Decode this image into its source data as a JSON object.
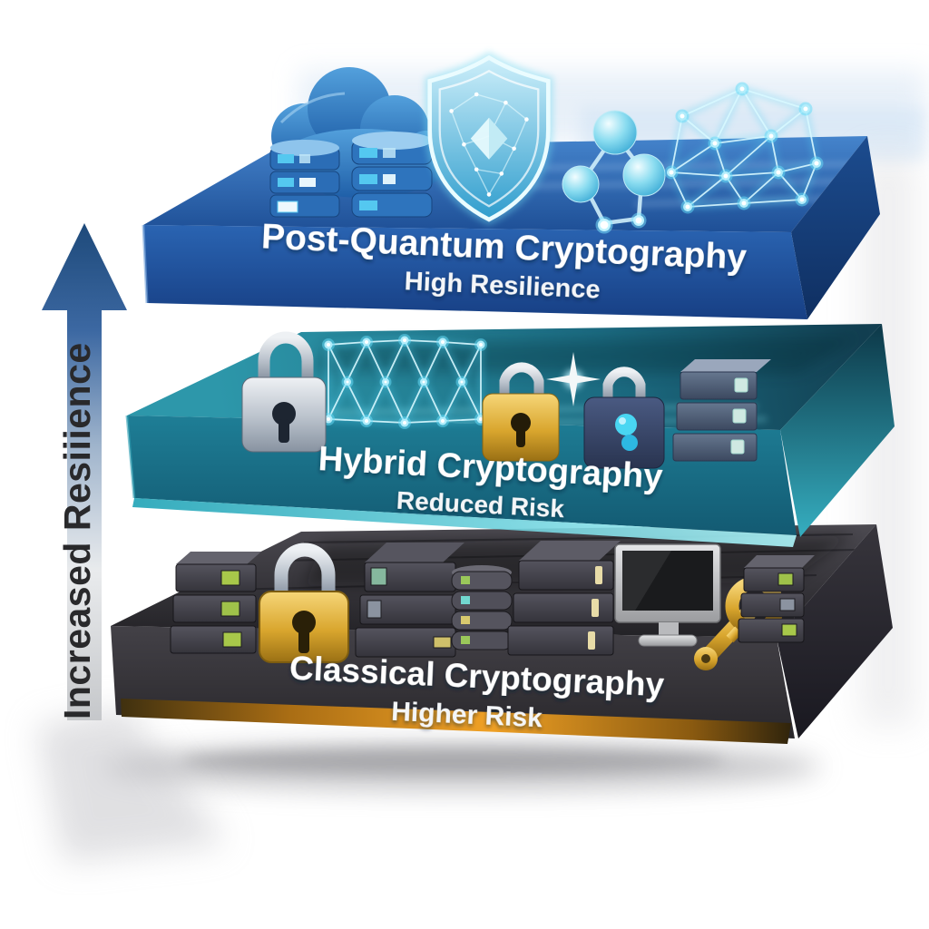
{
  "diagram": {
    "type": "layered-3d-stack",
    "background_color": "#ffffff",
    "resilience_arrow": {
      "label": "Increased Resiiience",
      "direction": "up",
      "label_color": "#29292b",
      "arrow_top_color": "#1d4979",
      "arrow_bottom_color": "#c5c7ca"
    },
    "layers": [
      {
        "rank": 1,
        "position": "top",
        "title": "Post-Quantum Cryptography",
        "subtitle": "High Resilience",
        "theme_color": "#2059a8",
        "icons": [
          "cloud-with-databases",
          "quantum-shield",
          "quantum-molecule",
          "quantum-network-mesh"
        ]
      },
      {
        "rank": 2,
        "position": "middle",
        "title": "Hybrid Cryptography",
        "subtitle": "Reduced Risk",
        "theme_color": "#1b7389",
        "edge_glow_color": "#aef6fb",
        "icons": [
          "silver-padlock",
          "encryption-lattice",
          "gold-padlock",
          "navy-digital-padlock",
          "server-stack"
        ]
      },
      {
        "rank": 3,
        "position": "bottom",
        "title": "Classical Cryptography",
        "subtitle": "Higher Risk",
        "theme_color": "#3a393d",
        "accent_stripe_color": "#e89a1f",
        "icons": [
          "server-rack",
          "gold-padlock",
          "server-rack",
          "disk-stack",
          "server-rack",
          "desktop-monitor",
          "gold-key",
          "server-rack"
        ]
      }
    ]
  }
}
